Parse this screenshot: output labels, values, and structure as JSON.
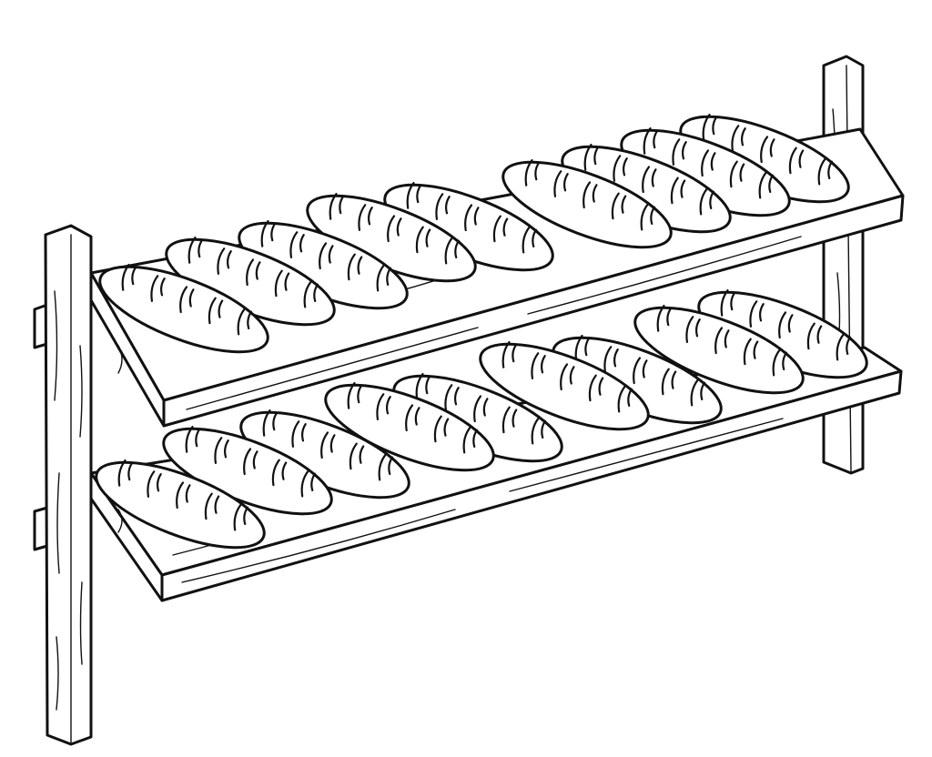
{
  "illustration": {
    "style": "black line art coloring page",
    "subject_icons": [
      "wooden-shelf",
      "bread-loaf"
    ],
    "colors": {
      "line": "#111111",
      "background": "#ffffff"
    }
  }
}
